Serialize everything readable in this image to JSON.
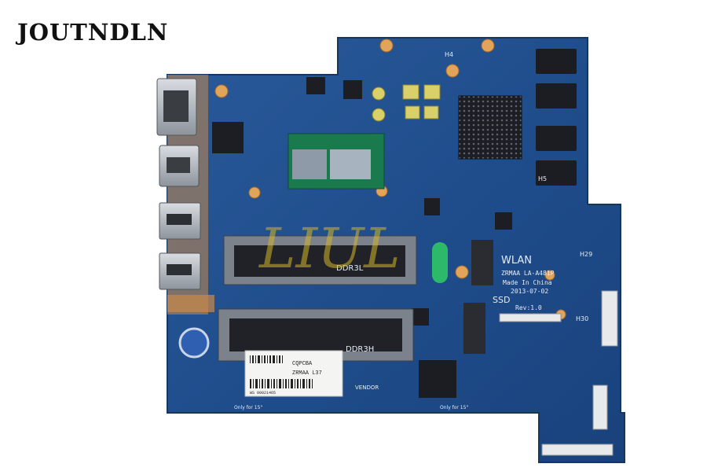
{
  "brand": {
    "name": "JOUTNDLN"
  },
  "watermark": {
    "text": "LIUL",
    "color": "#d4b62a"
  },
  "board": {
    "pcb_color": "#1f4d8c",
    "silkscreen": {
      "ddr3l": "DDR3L",
      "ddr3h": "DDR3H",
      "wlan": "WLAN",
      "model": "ZRMAA  LA-A481P",
      "made_in": "Made In China",
      "date": "2013-07-02",
      "rev": "Rev:1.0",
      "ssd": "SSD",
      "h4": "H4",
      "h5": "H5",
      "h29": "H29",
      "h30": "H30",
      "vendor": "VENDOR",
      "only_for_1": "Only for 15\"",
      "only_for_2": "Only for 15\""
    },
    "sticker": {
      "line1": "CQPCBA",
      "line2": "ZRMAA L37",
      "code": "WS 00021465"
    }
  }
}
